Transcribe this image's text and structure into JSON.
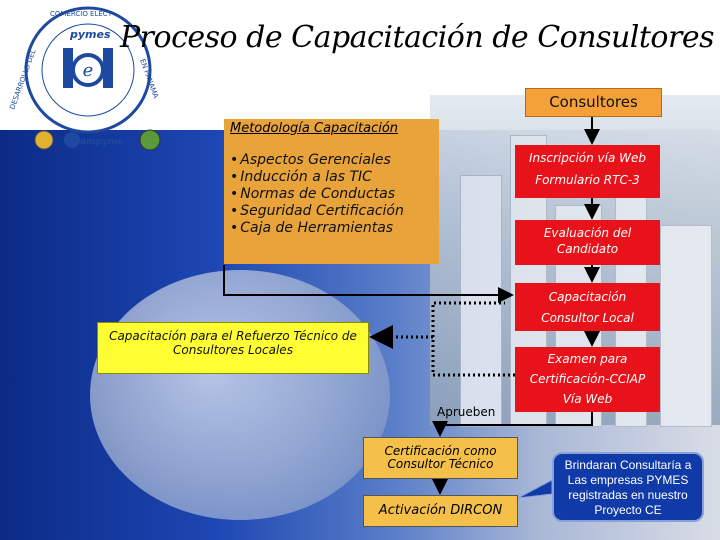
{
  "title": "Proceso de Capacitación de Consultores",
  "logo": {
    "ring_text_top": "COMERCIO ELECT",
    "ring_text_left": "DESARROLLO DEL",
    "ring_text_right": "EN PANAMA",
    "brand": "pymes",
    "secondary_logo": "ampyme"
  },
  "consultores": "Consultores",
  "metodologia": {
    "title": "Metodología Capacitación",
    "items": [
      "Aspectos Gerenciales",
      "Inducción a las TIC",
      "Normas de Conductas",
      "Seguridad  Certificación",
      "Caja de Herramientas"
    ]
  },
  "steps": {
    "inscripcion_1": "Inscripción vía Web",
    "inscripcion_2": "Formulario RTC-3",
    "evaluacion": "Evaluación del Candidato",
    "capacitacion_1": "Capacitación",
    "capacitacion_2": "Consultor Local",
    "examen_1": "Examen para",
    "examen_2": "Certificación-CCIAP",
    "examen_3": "Vía Web"
  },
  "refuerzo": "Capacitación para el Refuerzo Técnico de Consultores Locales",
  "aprueben": "Aprueben",
  "certificacion": "Certificación como Consultor Técnico",
  "activacion": "Activación DIRCON",
  "callout": "Brindaran Consultaría a Las empresas PYMES registradas en nuestro Proyecto CE",
  "colors": {
    "orange": "#e8a33a",
    "red": "#e8121a",
    "yellow": "#ffff33",
    "blue": "#0f3aa8"
  }
}
